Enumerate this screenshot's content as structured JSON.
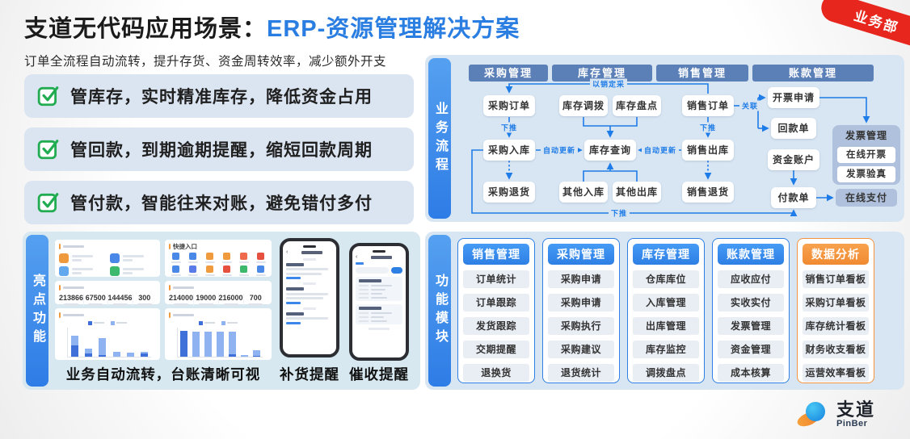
{
  "header": {
    "title_black": "支道无代码应用场景：",
    "title_blue": "ERP-资源管理解决方案",
    "ribbon": "业务部"
  },
  "intro": {
    "subtitle": "订单全流程自动流转，提升存货、资金周转效率，减少额外开支",
    "points": [
      "管库存，实时精准库存，降低资金占用",
      "管回款，到期逾期提醒，缩短回款周期",
      "管付款，智能往来对账，避免错付多付"
    ]
  },
  "process": {
    "label": "业务流程",
    "lanes": [
      "采购管理",
      "库存管理",
      "销售管理",
      "账款管理"
    ],
    "nodes": {
      "purchase_order": "采购订单",
      "stock_transfer": "库存调拨",
      "stock_count": "库存盘点",
      "sales_order": "销售订单",
      "invoice_apply": "开票申请",
      "receipt_note": "回款单",
      "purchase_in": "采购入库",
      "stock_query": "库存查询",
      "sales_out": "销售出库",
      "fund_account": "资金账户",
      "purchase_return": "采购退货",
      "other_in": "其他入库",
      "other_out": "其他出库",
      "sales_return": "销售退货",
      "payment_note": "付款单",
      "online_pay": "在线支付"
    },
    "edge_labels": {
      "sales_driven": "以销定采",
      "push_down": "下推",
      "auto_update": "自动更新",
      "link": "关联"
    },
    "invoice_group": {
      "title": "发票管理",
      "items": [
        "在线开票",
        "发票验真"
      ]
    }
  },
  "modules": {
    "label": "功能模块",
    "columns": [
      {
        "title": "销售管理",
        "accent": "blue",
        "items": [
          "订单统计",
          "订单跟踪",
          "发货跟踪",
          "交期提醒",
          "退换货"
        ]
      },
      {
        "title": "采购管理",
        "accent": "blue",
        "items": [
          "采购申请",
          "采购申请",
          "采购执行",
          "采购建议",
          "退货统计"
        ]
      },
      {
        "title": "库存管理",
        "accent": "blue",
        "items": [
          "仓库库位",
          "入库管理",
          "出库管理",
          "库存监控",
          "调拨盘点"
        ]
      },
      {
        "title": "账款管理",
        "accent": "blue",
        "items": [
          "应收应付",
          "实收实付",
          "发票管理",
          "资金管理",
          "成本核算"
        ]
      },
      {
        "title": "数据分析",
        "accent": "orange",
        "items": [
          "销售订单看板",
          "采购订单看板",
          "库存统计看板",
          "财务收支看板",
          "运营效率看板"
        ]
      }
    ]
  },
  "highlights": {
    "label": "亮点功能",
    "quick_entry_title": "快捷入口",
    "stats_left": [
      "213866",
      "67500",
      "144456",
      "300"
    ],
    "stats_right": [
      "214000",
      "19000",
      "216000",
      "700"
    ],
    "todo_icons": [
      "#f09a3e",
      "#4a88e8",
      "#62a8ee",
      "#3cb96d"
    ],
    "quick_icons": [
      "#4a88e8",
      "#4a88e8",
      "#f09a3e",
      "#f09a3e",
      "#ee6a4b",
      "#e5503f",
      "#4a88e8",
      "#5b7be8",
      "#f09a3e",
      "#e5503f",
      "#3cb96d",
      "#4a88e8"
    ],
    "dashboard_caption": "业务自动流转，台账清晰可视",
    "phone1_caption": "补货提醒",
    "phone2_caption": "催收提醒"
  },
  "chart_data": [
    {
      "type": "bar",
      "stacked": true,
      "stacks": [
        [
          40,
          32
        ],
        [
          10,
          18
        ],
        [
          5,
          60
        ],
        [
          0,
          17
        ],
        [
          0,
          15
        ],
        [
          12,
          5
        ]
      ],
      "colors": {
        "dark": "#3f6fd8",
        "light": "#8fb3f0"
      },
      "ylim": [
        0,
        100
      ]
    },
    {
      "type": "bar",
      "stacked": true,
      "stacks": [
        [
          88,
          0
        ],
        [
          0,
          85
        ],
        [
          0,
          85
        ],
        [
          0,
          85
        ],
        [
          8,
          78
        ],
        [
          0,
          6
        ],
        [
          3,
          20
        ]
      ],
      "colors": {
        "dark": "#3f6fd8",
        "light": "#8fb3f0"
      },
      "ylim": [
        0,
        100
      ]
    }
  ],
  "logo": {
    "name": "支道",
    "sub": "PinBer"
  },
  "colors": {
    "accent_blue": "#2a7de1",
    "ribbon_red": "#e7271d",
    "bar_blue": "#3d87ea",
    "lane_header_blue": "#5b80b8",
    "module_blue": "#2e7fe4",
    "module_orange": "#f5923d",
    "arrow_blue": "#1e7ce8",
    "panel_bg": "#d8e5f2",
    "point_bg": "#dbe4f1",
    "check_green": "#22ac52"
  }
}
